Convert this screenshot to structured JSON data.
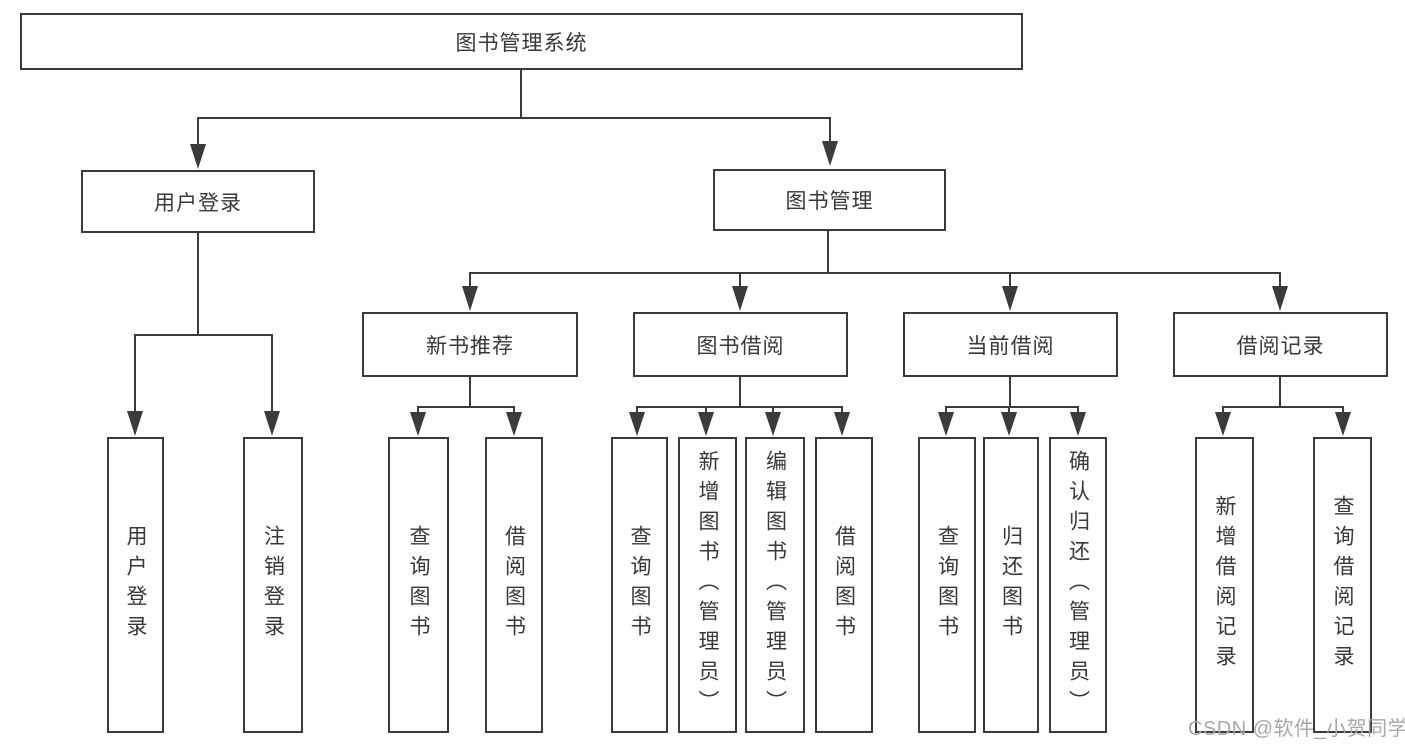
{
  "root": {
    "label": "图书管理系统"
  },
  "branches": {
    "user_login": {
      "label": "用户登录",
      "children": [
        "用户登录",
        "注销登录"
      ]
    },
    "book_mgmt": {
      "label": "图书管理",
      "sections": {
        "new_book": {
          "label": "新书推荐",
          "children": [
            "查询图书",
            "借阅图书"
          ]
        },
        "borrow": {
          "label": "图书借阅",
          "children": [
            "查询图书",
            "新增图书（管理员）",
            "编辑图书（管理员）",
            "借阅图书"
          ]
        },
        "current": {
          "label": "当前借阅",
          "children": [
            "查询图书",
            "归还图书",
            "确认归还（管理员）"
          ]
        },
        "records": {
          "label": "借阅记录",
          "children": [
            "新增借阅记录",
            "查询借阅记录"
          ]
        }
      }
    }
  },
  "watermark": {
    "text": "CSDN @软件_小贺同学"
  },
  "colors": {
    "line": "#3b3b3b",
    "box_border": "#3a3a3a",
    "text": "#383838",
    "watermark": "#a8a8a8",
    "background": "#ffffff"
  }
}
